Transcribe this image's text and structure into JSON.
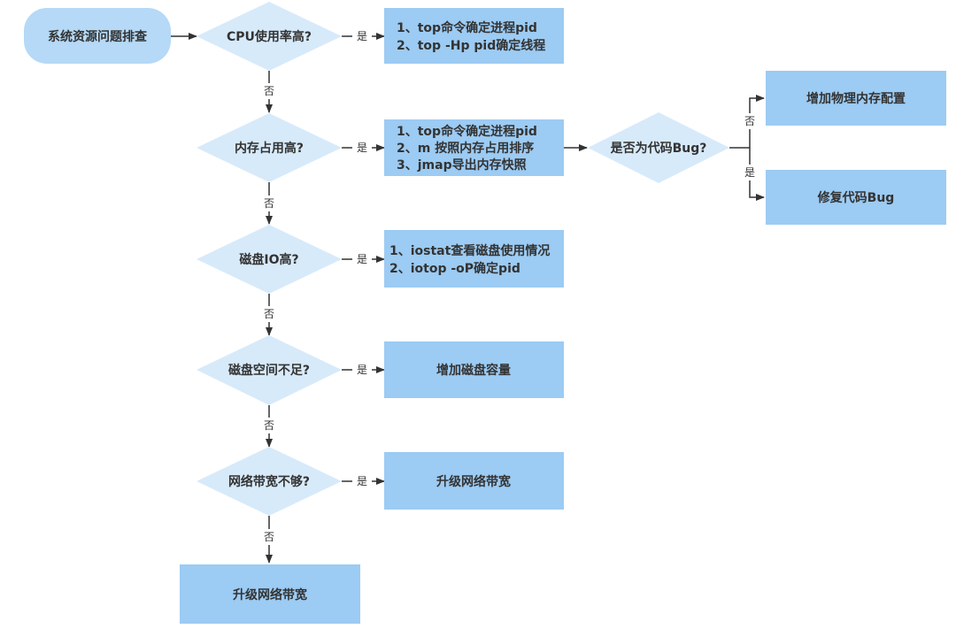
{
  "colors": {
    "start_fill": "#b5d9f6",
    "decision_fill": "#d7eafa",
    "process_fill": "#9ccbf3",
    "line": "#333333",
    "text": "#333333"
  },
  "start": {
    "label": "系统资源问题排查"
  },
  "decisions": {
    "cpu": "CPU使用率高?",
    "mem": "内存占用高?",
    "io": "磁盘IO高?",
    "disk": "磁盘空间不足?",
    "net": "网络带宽不够?",
    "bug": "是否为代码Bug?"
  },
  "processes": {
    "cpu": [
      "1、top命令确定进程pid",
      "2、top -Hp pid确定线程"
    ],
    "mem": [
      "1、top命令确定进程pid",
      "2、m 按照内存占用排序",
      "3、jmap导出内存快照"
    ],
    "io": [
      "1、iostat查看磁盘使用情况",
      "2、iotop -oP确定pid"
    ],
    "disk": "增加磁盘容量",
    "net": "升级网络带宽",
    "add_mem": "增加物理内存配置",
    "fix_bug": "修复代码Bug",
    "final": "升级网络带宽"
  },
  "edge_labels": {
    "yes": "是",
    "no": "否"
  }
}
